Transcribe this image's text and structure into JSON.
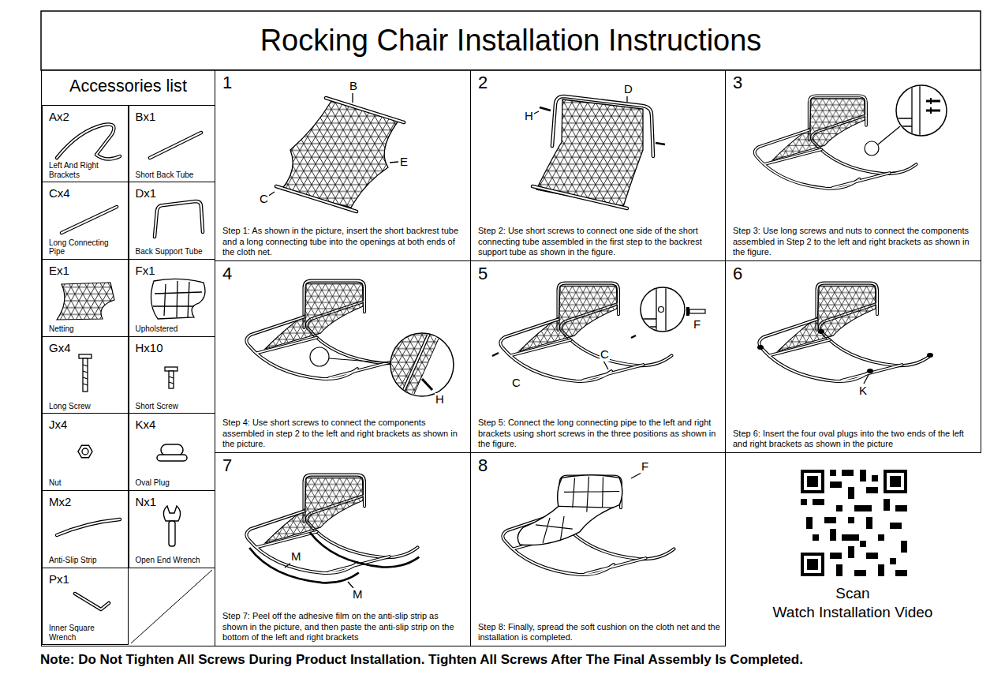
{
  "diagram": {
    "title": "Rocking Chair Installation Instructions",
    "nodes": [
      {
        "text": [
          "Accessories list"
        ]
      },
      {
        "text": [
          "Ax2",
          "Left And Right Brackets"
        ],
        "in": 0
      },
      {
        "text": [
          "Bx1",
          "Short Back Tube"
        ],
        "in": 0
      },
      {
        "text": [
          "Cx4",
          "Long Connecting Pipe"
        ],
        "in": 0
      },
      {
        "text": [
          "Dx1",
          "Back Support Tube"
        ],
        "in": 0
      },
      {
        "text": [
          "Ex1",
          "Netting"
        ],
        "in": 0
      },
      {
        "text": [
          "Fx1",
          "Upholstered"
        ],
        "in": 0
      },
      {
        "text": [
          "Gx4",
          "Long Screw"
        ],
        "in": 0
      },
      {
        "text": [
          "Hx10",
          "Short Screw"
        ],
        "in": 0
      },
      {
        "text": [
          "Jx4",
          "Nut"
        ],
        "in": 0
      },
      {
        "text": [
          "Kx4",
          "Oval Plug"
        ],
        "in": 0
      },
      {
        "text": [
          "Mx2",
          "Anti-Slip Strip"
        ],
        "in": 0
      },
      {
        "text": [
          "Nx1",
          "Open End Wrench"
        ],
        "in": 0
      },
      {
        "text": [
          "Px1",
          "Inner Square Wrench"
        ],
        "in": 0
      },
      {
        "text": [
          "1",
          "Step 1: As shown in the picture, insert the short backrest tube and a long connecting tube into the openings at both ends of the cloth net."
        ]
      },
      {
        "text": [
          "2",
          "Step 2: Use short screws to connect one side of the short connecting tube assembled in the first step to the backrest support tube as shown in the figure."
        ]
      },
      {
        "text": [
          "3",
          "Step 3: Use long screws and nuts to connect the components assembled in Step 2 to the left and right brackets as shown in the figure."
        ]
      },
      {
        "text": [
          "4",
          "Step 4: Use short screws to connect the components assembled in step 2 to the left and right brackets as shown in the picture."
        ]
      },
      {
        "text": [
          "5",
          "Step 5: Connect the long connecting pipe to the left and right brackets using short screws in the three positions as shown in the figure."
        ]
      },
      {
        "text": [
          "6",
          "Step 6: Insert the four oval plugs into the two ends of the left and right brackets as shown in the picture"
        ]
      },
      {
        "text": [
          "7",
          "Step 7: Peel off the adhesive film on the anti-slip strip as shown in the picture, and then paste the anti-slip strip on the bottom of the left and right brackets"
        ]
      },
      {
        "text": [
          "8",
          "Step 8: Finally, spread the soft cushion on the cloth net and the installation is completed."
        ]
      }
    ],
    "labels": [
      "B",
      "E",
      "C",
      "D",
      "H",
      "H",
      "F",
      "C",
      "C",
      "K",
      "M",
      "M",
      "F",
      "Scan",
      "Watch Installation Video",
      "Note: Do Not Tighten All Screws During Product Installation. Tighten All Screws After The Final Assembly Is Completed."
    ]
  }
}
